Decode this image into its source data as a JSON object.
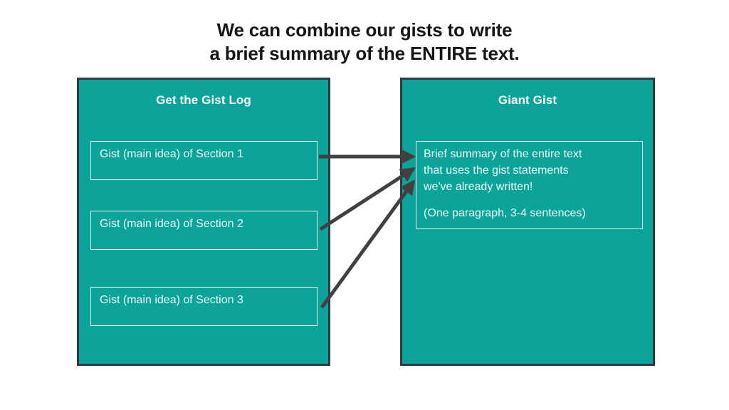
{
  "title": {
    "line1": "We can combine our gists to write",
    "line2": "a brief summary of the ENTIRE text."
  },
  "left_panel": {
    "heading": "Get the Gist Log",
    "gists": [
      {
        "label": "Gist (main idea) of Section 1"
      },
      {
        "label": "Gist (main idea) of Section 2"
      },
      {
        "label": "Gist (main idea) of Section 3"
      }
    ]
  },
  "right_panel": {
    "heading": "Giant Gist",
    "summary": {
      "line1": "Brief summary of the entire text",
      "line2": "that uses the gist statements",
      "line3": "we've already written!",
      "line4": "(One paragraph, 3-4 sentences)"
    }
  },
  "arrows": [
    {
      "name": "arrow-section-1-to-giant-gist"
    },
    {
      "name": "arrow-section-2-to-giant-gist"
    },
    {
      "name": "arrow-section-3-to-giant-gist"
    }
  ],
  "colors": {
    "panel_fill": "#0ca39b",
    "panel_border": "#2e3b42",
    "box_border": "#e8f7f5",
    "text_light": "#ecfbf9",
    "arrow": "#404040",
    "title_text": "#161616",
    "background": "#ffffff"
  }
}
